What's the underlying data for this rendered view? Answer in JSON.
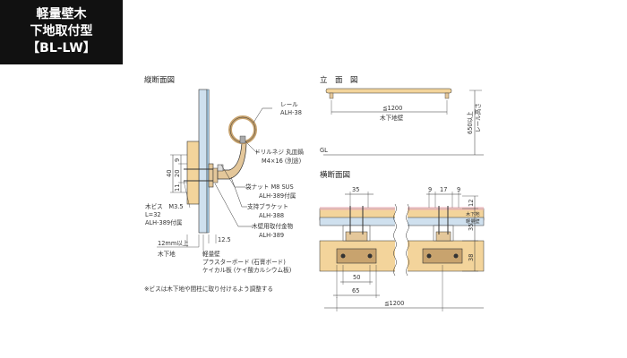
{
  "tag": {
    "line1": "軽量壁木",
    "line2": "下地取付型",
    "line3": "【BL-LW】"
  },
  "vertical_section": {
    "title": "縦断面図",
    "rail_name": "レール",
    "rail_code": "ALH-38",
    "screw_name": "ドリルネジ 丸皿鍋",
    "screw_code": "M4×16 (別途)",
    "nut_name": "袋ナット M8 SUS",
    "nut_code": "ALH-389付属",
    "bracket_name": "支持ブラケット",
    "bracket_code": "ALH-388",
    "fitting_name": "木壁用取付金物",
    "fitting_code": "ALH-389",
    "wood_screw_1": "木ビス　M3.5",
    "wood_screw_2": "L=32",
    "wood_screw_3": "ALH-389付属",
    "dim_9": "9",
    "dim_20": "20",
    "dim_40": "40",
    "dim_11": "11",
    "dim_12_5": "12.5",
    "base_note_1": "12mm以上",
    "base_note_2": "木下地",
    "board_1": "軽量壁",
    "board_2": "プラスターボード (石膏ボード)",
    "board_3": "ケイカル板 (ケイ酸カルシウム板)",
    "footnote": "※ビスは木下地や間柱に取り付けるよう調整する"
  },
  "elevation": {
    "title": "立　面　図",
    "span_dim": "≦1200",
    "span_note": "木下地壁",
    "height_1": "650以上",
    "height_2": "レール高さ",
    "gl": "GL"
  },
  "horizontal_section": {
    "title": "横断面図",
    "dim_35": "35",
    "dim_9": "9",
    "dim_17": "17",
    "dim_9b": "9",
    "dim_12": "12",
    "dim_35v": "35",
    "dim_38": "38",
    "dim_50": "50",
    "dim_65": "65",
    "dim_1200": "≦1200",
    "layer_wood": "木下地",
    "layer_wall": "軽量壁"
  },
  "colors": {
    "tag_bg": "#111111",
    "wood": "#f3d49b",
    "wood_dark": "#e8c280",
    "board": "#cfe0ee",
    "bracket": "#c8a36e",
    "bracket_fill": "#e4c79a",
    "line": "#333333",
    "pink": "#f2b8be"
  }
}
